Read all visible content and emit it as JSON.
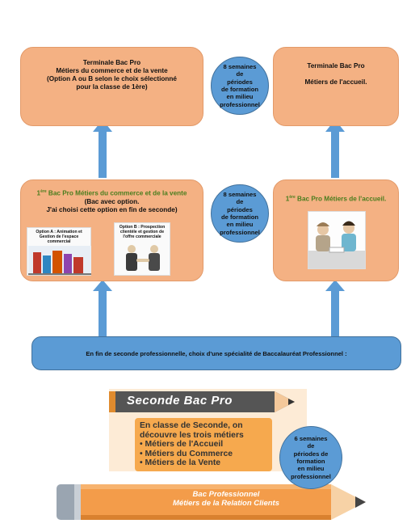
{
  "top_left": {
    "lines": [
      "Terminale Bac Pro",
      "Métiers du commerce et de la vente",
      "(Option A ou B selon le choix sélectionné",
      "pour la classe de 1ère)"
    ]
  },
  "top_right": {
    "line1": "Terminale Bac Pro",
    "line2": "Métiers de l'accueil."
  },
  "circle_top": [
    "8 semaines",
    "de",
    "périodes",
    "de formation",
    "en milieu",
    "professionnel"
  ],
  "circle_mid": [
    "8 semaines",
    "de",
    "périodes",
    "de formation",
    "en milieu",
    "professionnel"
  ],
  "circle_bottom": [
    "6 semaines",
    "de",
    "périodes de",
    "formation",
    "en milieu",
    "professionnel"
  ],
  "mid_left": {
    "title_sup": "ère",
    "title_num": "1",
    "title_rest": " Bac Pro Métiers du commerce et de la vente",
    "line2": "(Bac avec option.",
    "line3": "J'ai choisi cette option en fin de seconde)",
    "option_a": "Option A : Animation et Gestion de l'espace commercial",
    "option_b": "Option B : Prospection clientèle et gestion de l'offre commerciale"
  },
  "mid_right": {
    "title_num": "1",
    "title_sup": "ère",
    "title_rest": " Bac Pro Métiers de l'accueil."
  },
  "banner": {
    "text": "En fin de seconde professionnelle, choix d'une spécialité de Baccalauréat Professionnel :"
  },
  "seconde": {
    "title": "Seconde Bac Pro",
    "intro1": "En classe de Seconde, on",
    "intro2": "découvre les trois métiers",
    "items": [
      "Métiers de l'Accueil",
      "Métiers du Commerce",
      "Métiers de la Vente"
    ]
  },
  "pencil": {
    "line1": "Bac Professionnel",
    "line2": "Métiers de la Relation Clients"
  },
  "colors": {
    "orange_box": "#f4b183",
    "blue": "#5b9bd5",
    "green_title": "#4a7d1e",
    "chalkboard": "#5a5a5a"
  }
}
